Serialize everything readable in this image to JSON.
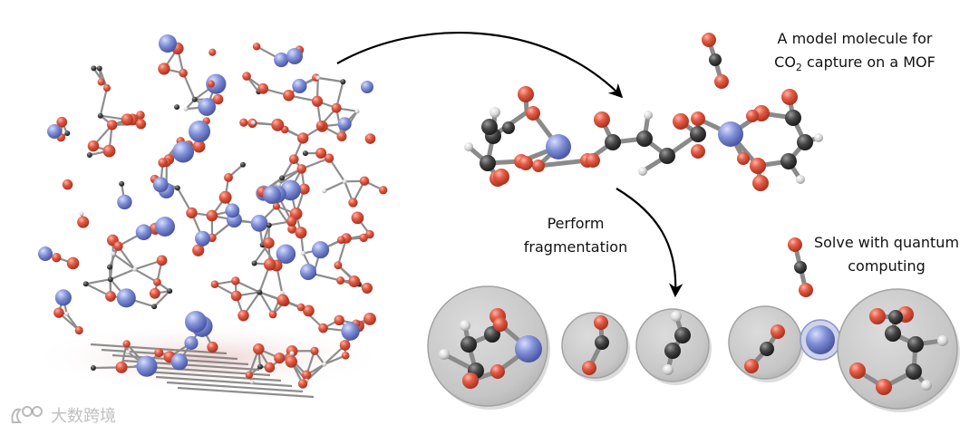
{
  "captions": {
    "mof_line1": "A model molecule for",
    "mof_line2_prefix": "CO",
    "mof_line2_sub": "2",
    "mof_line2_suffix": " capture on a MOF",
    "fragmentation_line1": "Perform",
    "fragmentation_line2": "fragmentation",
    "quantum_line1": "Solve with quantum",
    "quantum_line2": "computing"
  },
  "watermark": {
    "text": "大数跨境",
    "logo": "watermark-logo-icon"
  },
  "colors": {
    "oxygen": "#e25a45",
    "carbon": "#454545",
    "hydrogen": "#d9d9d9",
    "metal": "#7f8fd6",
    "bond": "#8a8a8a",
    "fragment_disc": "#c9c9c9",
    "arrow": "#000000"
  },
  "icons": [
    "mof-framework-icon",
    "curved-arrow-icon",
    "co2-molecule-icon",
    "metal-atom-icon",
    "fragment-disc-icon"
  ]
}
